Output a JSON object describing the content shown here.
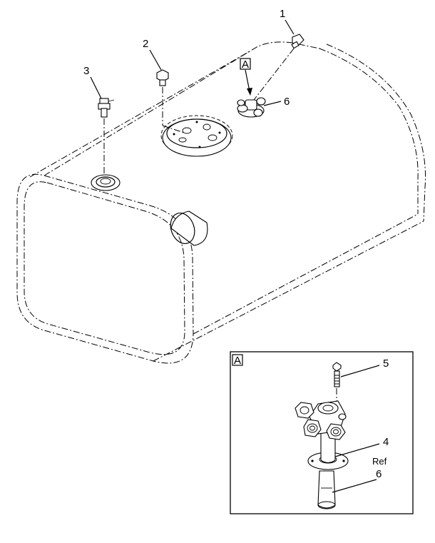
{
  "callouts": {
    "c1": "1",
    "c2": "2",
    "c3": "3",
    "c6_main": "6",
    "c5": "5",
    "c4": "4",
    "ref": "Ref",
    "c6_detail": "6"
  },
  "view_labels": {
    "main_marker": "A",
    "detail_marker": "A"
  }
}
